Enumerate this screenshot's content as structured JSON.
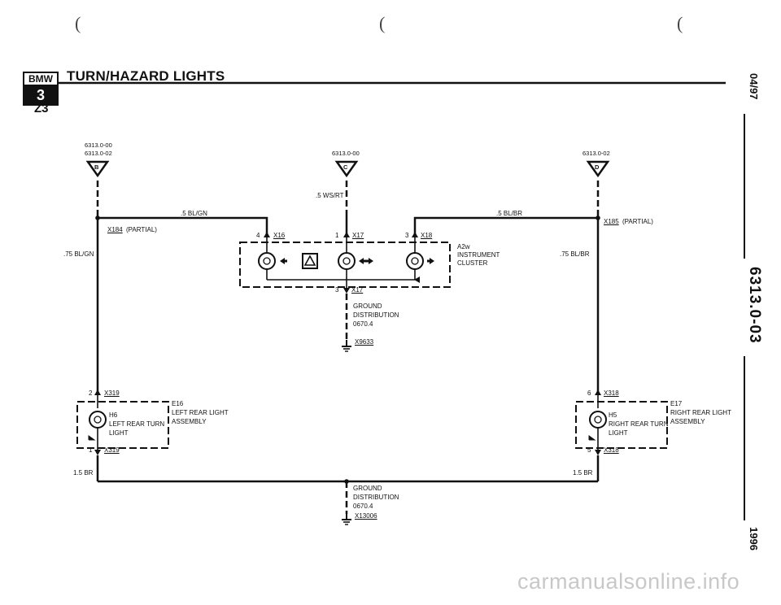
{
  "header": {
    "title": "TURN/HAZARD LIGHTS",
    "model": "Z3",
    "logo_top": "BMW",
    "logo_bottom": "3"
  },
  "side": {
    "date": "04/97",
    "code": "6313.0-03",
    "year": "1996"
  },
  "parens": [
    "(",
    "(",
    "("
  ],
  "refs": {
    "b_top": "6313.0-00",
    "b_bot": "6313.0-02",
    "b_letter": "B",
    "c_top": "6313.0-00",
    "c_letter": "C",
    "d_top": "6313.0-02",
    "d_letter": "D"
  },
  "wires": {
    "center_top": ".5 WS/RT",
    "left_top": ".5 BL/GN",
    "right_top": ".5 BL/BR",
    "left_vert": ".75 BL/GN",
    "right_vert": ".75 BL/BR",
    "left_bottom": "1.5 BR",
    "right_bottom": "1.5 BR"
  },
  "connectors": {
    "x184": "X184",
    "x184_note": "(PARTIAL)",
    "x185": "X185",
    "x185_note": "(PARTIAL)",
    "x16": "X16",
    "x16_pin": "4",
    "x17_top": "X17",
    "x17_top_pin": "1",
    "x18": "X18",
    "x18_pin": "3",
    "x17_bot": "X17",
    "x17_bot_pin": "3",
    "x319_top": "X319",
    "x319_top_pin": "2",
    "x319_bot": "X319",
    "x319_bot_pin": "1",
    "x318_top": "X318",
    "x318_top_pin": "6",
    "x318_bot": "X318",
    "x318_bot_pin": "5"
  },
  "cluster": {
    "id": "A2w",
    "line1": "INSTRUMENT",
    "line2": "CLUSTER"
  },
  "ground1": {
    "line1": "GROUND",
    "line2": "DISTRIBUTION",
    "line3": "0670.4",
    "id": "X9633"
  },
  "ground2": {
    "line1": "GROUND",
    "line2": "DISTRIBUTION",
    "line3": "0670.4",
    "id": "X13006"
  },
  "left_assy": {
    "id": "E16",
    "line1": "LEFT REAR LIGHT",
    "line2": "ASSEMBLY",
    "bulb_id": "H6",
    "bulb_line1": "LEFT REAR TURN",
    "bulb_line2": "LIGHT"
  },
  "right_assy": {
    "id": "E17",
    "line1": "RIGHT REAR LIGHT",
    "line2": "ASSEMBLY",
    "bulb_id": "H5",
    "bulb_line1": "RIGHT REAR TURN",
    "bulb_line2": "LIGHT"
  },
  "watermark": "carmanualsonline.info"
}
